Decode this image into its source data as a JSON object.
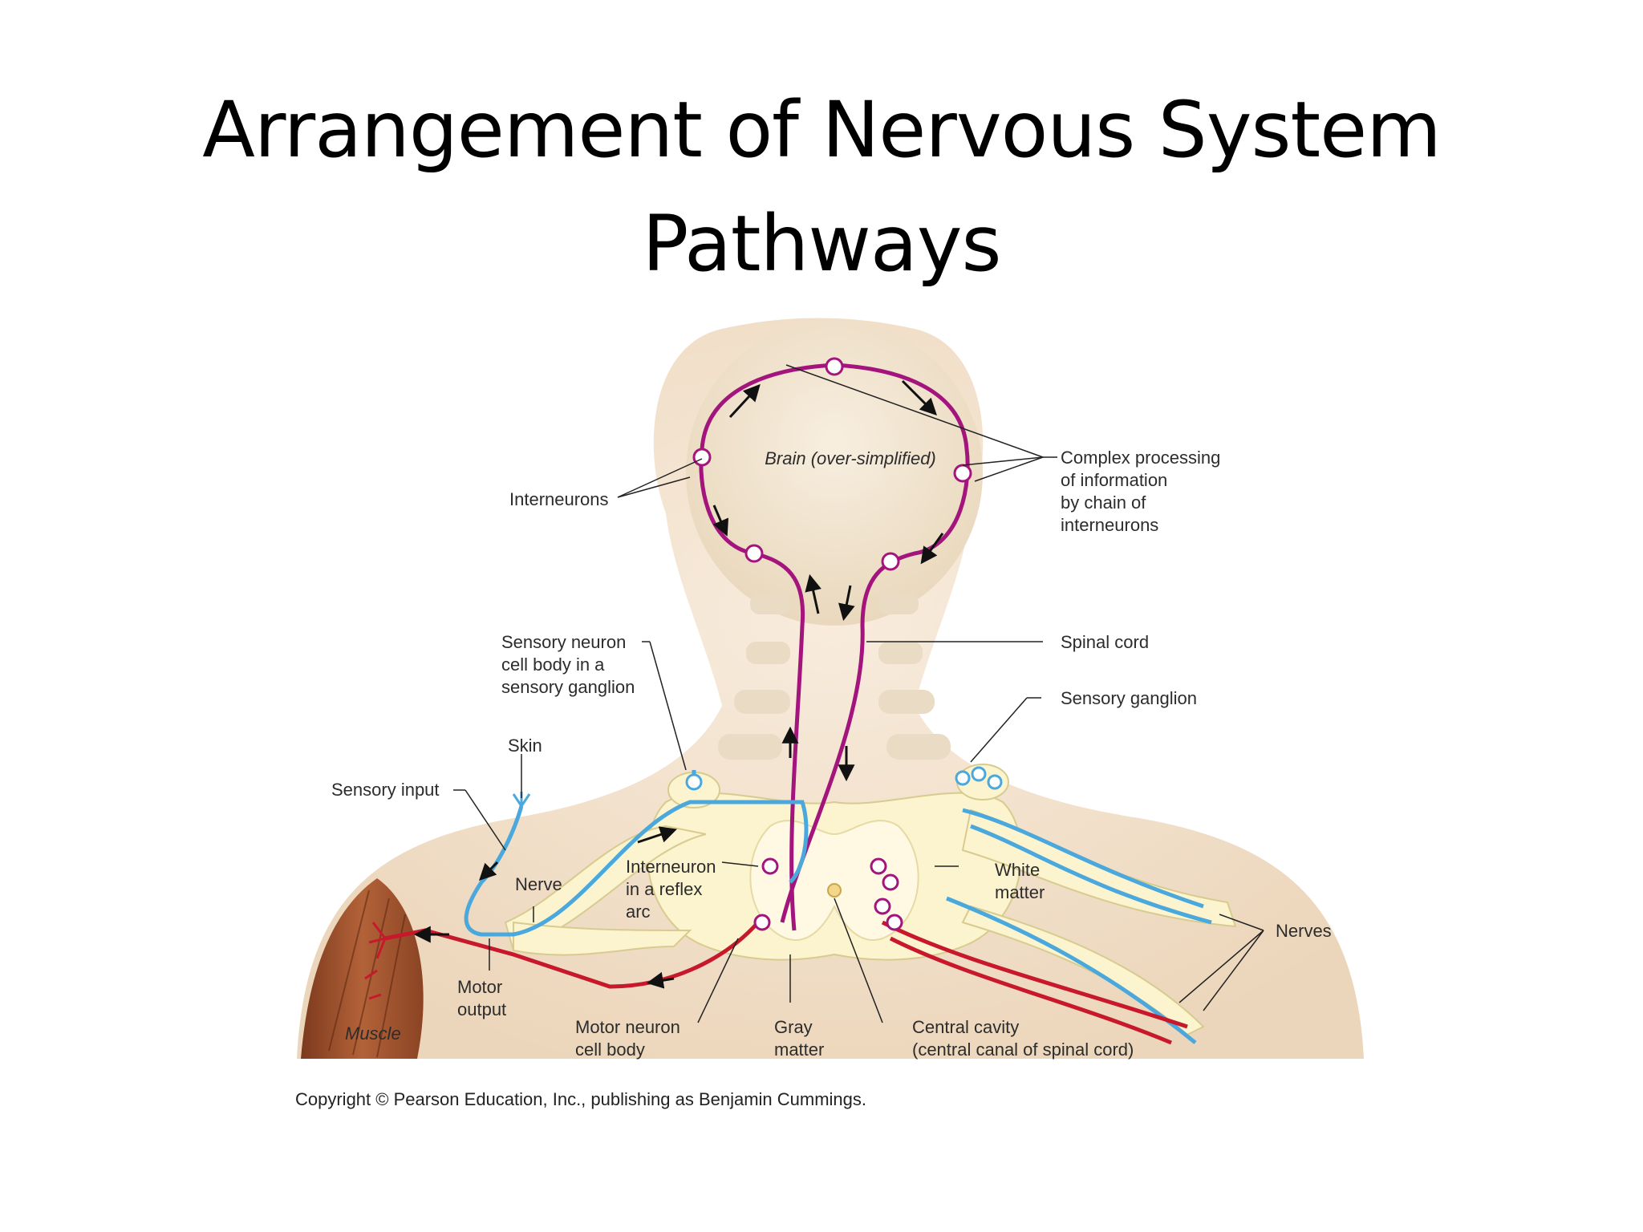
{
  "slide": {
    "title_line1": "Arrangement of Nervous System",
    "title_line2": "Pathways"
  },
  "labels": {
    "brain": "Brain (over-simplified)",
    "interneurons": "Interneurons",
    "complex_processing": [
      "Complex processing",
      "of information",
      "by chain of",
      "interneurons"
    ],
    "spinal_cord": "Spinal cord",
    "sensory_ganglion": "Sensory ganglion",
    "sensory_neuron_cell_body": [
      "Sensory neuron",
      "cell body in a",
      "sensory ganglion"
    ],
    "skin": "Skin",
    "sensory_input": "Sensory input",
    "nerve": "Nerve",
    "interneuron_reflex": [
      "Interneuron",
      "in a reflex",
      "arc"
    ],
    "white_matter": [
      "White",
      "matter"
    ],
    "nerves": "Nerves",
    "motor_output": [
      "Motor",
      "output"
    ],
    "muscle": "Muscle",
    "motor_neuron_cell_body": [
      "Motor neuron",
      "cell body"
    ],
    "gray_matter": [
      "Gray",
      "matter"
    ],
    "central_cavity": [
      "Central cavity",
      "(central canal of spinal cord)"
    ]
  },
  "copyright": "Copyright © Pearson Education, Inc., publishing as Benjamin Cummings.",
  "colors": {
    "sensory": "#4aa8dc",
    "motor": "#c8182c",
    "interneuron": "#a3157d",
    "skin": "#f3e3cf",
    "gray_matter": "#fbf4cf",
    "muscle": "#9c4e2c"
  }
}
